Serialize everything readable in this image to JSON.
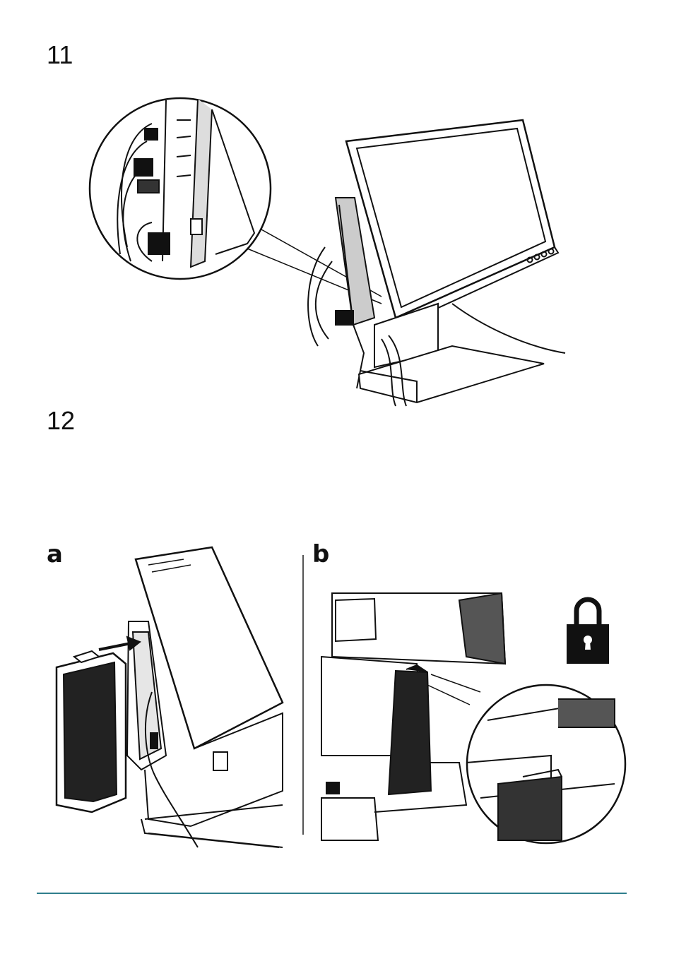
{
  "steps": [
    {
      "number": "11"
    },
    {
      "number": "12",
      "panels": [
        {
          "label": "a"
        },
        {
          "label": "b"
        }
      ]
    }
  ],
  "icons": {
    "step11": "monitor-cable-routing-illustration",
    "step12a": "cable-cover-install-illustration",
    "step12b": "cable-cover-lock-illustration",
    "lock": "padlock-icon"
  },
  "colors": {
    "footer_rule": "#2f7e8c",
    "ink": "#111111"
  }
}
